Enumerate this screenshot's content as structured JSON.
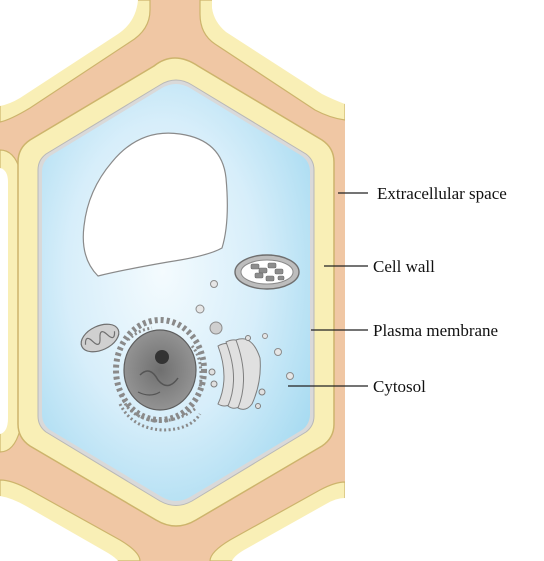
{
  "diagram": {
    "labels": {
      "extracellular_space": "Extracellular space",
      "cell_wall": "Cell wall",
      "plasma_membrane": "Plasma membrane",
      "cytosol": "Cytosol"
    }
  },
  "colors": {
    "extracellular": "#f0c6a3",
    "cell_wall": "#f8eeb4",
    "wall_outline": "#c9b26a",
    "membrane": "#d6d6d6",
    "cytosol_edge": "#a9dcf2",
    "cytosol_center": "#eef8fd",
    "vacuole": "#ffffff",
    "organelle_grey": "#8c8c8c"
  }
}
